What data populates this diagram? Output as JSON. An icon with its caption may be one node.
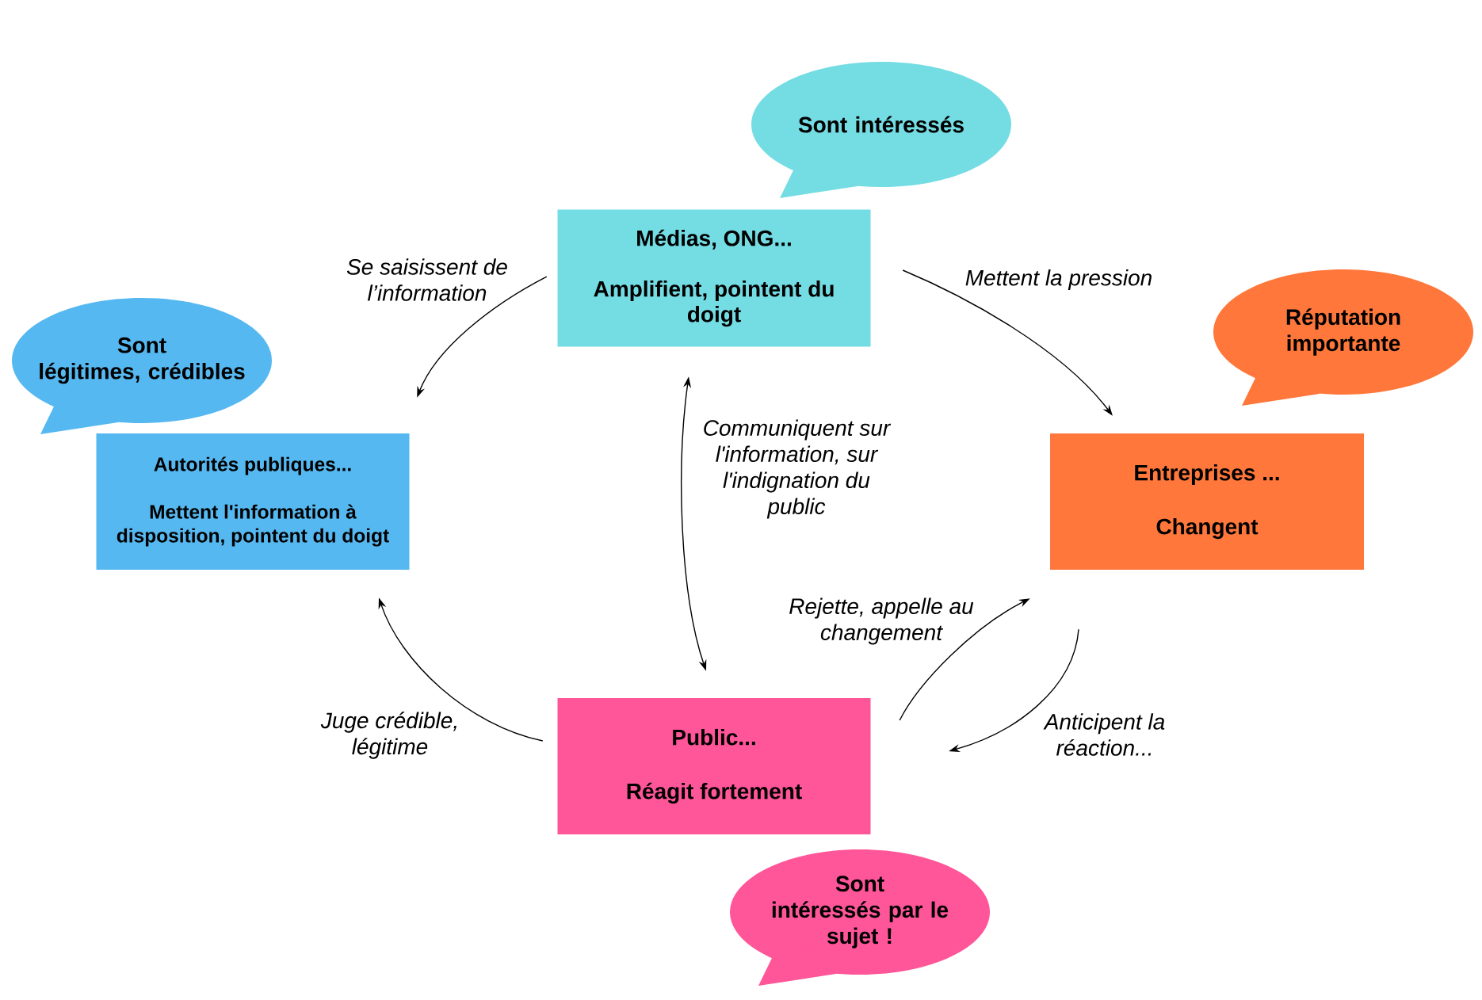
{
  "diagram": {
    "nodes": [
      {
        "text": [
          "Sont intéressés"
        ]
      },
      {
        "text": [
          "Médias, ONG...",
          "Amplifient, pointent du doigt"
        ]
      },
      {
        "text": [
          "Sont légitimes, crédibles"
        ]
      },
      {
        "text": [
          "Réputation importante"
        ]
      },
      {
        "text": [
          "Autorités publiques...",
          "Mettent l'information à disposition, pointent du doigt"
        ]
      },
      {
        "text": [
          "Entreprises ...",
          "Changent"
        ]
      },
      {
        "text": [
          "Public...",
          "Réagit fortement"
        ]
      },
      {
        "text": [
          "Sont intéressés par le sujet !"
        ]
      }
    ],
    "edges": [
      {
        "from": 1,
        "to": 4,
        "arrow": "to",
        "label": "Se saisissent de l’information"
      },
      {
        "from": 1,
        "to": 5,
        "arrow": "to",
        "label": "Mettent la pression"
      },
      {
        "from": 1,
        "to": 6,
        "arrow": "both",
        "label": "Communiquent sur l'information, sur l'indignation du public"
      },
      {
        "from": 6,
        "to": 4,
        "arrow": "to",
        "label": "Juge crédible, légitime"
      },
      {
        "from": 6,
        "to": 5,
        "arrow": "to",
        "label": "Rejette, appelle au changement"
      },
      {
        "from": 5,
        "to": 6,
        "arrow": "to",
        "label": "Anticipent la réaction..."
      }
    ]
  }
}
